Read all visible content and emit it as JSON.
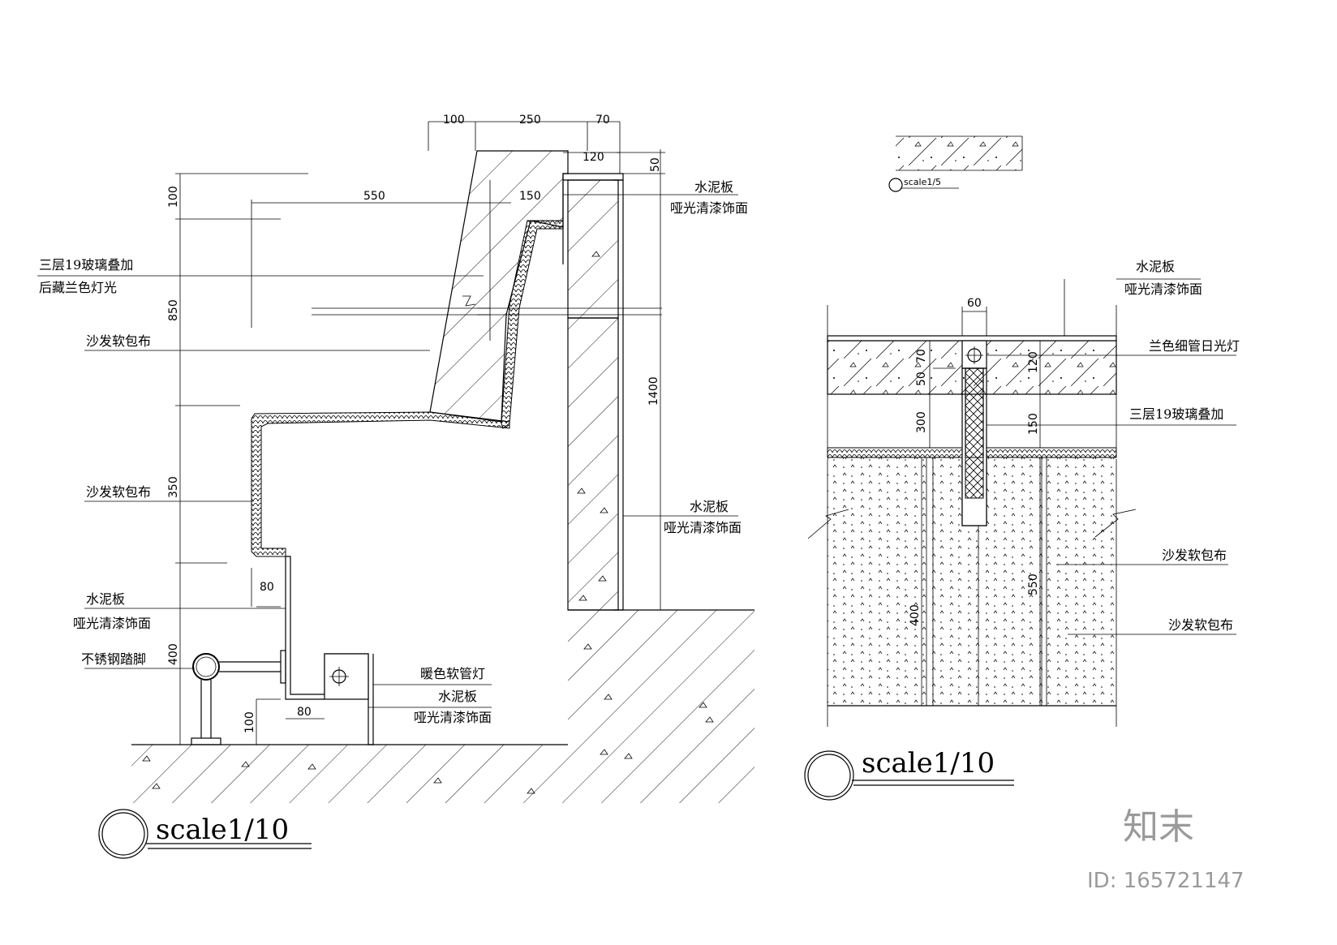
{
  "left_detail": {
    "dims_top": [
      "100",
      "250",
      "70"
    ],
    "dim_120": "120",
    "dim_50": "50",
    "dim_550": "550",
    "dim_150": "150",
    "dims_left": [
      "100",
      "850",
      "350",
      "400",
      "100"
    ],
    "dim_1400": "1400",
    "dim_80_a": "80",
    "dim_80_b": "80",
    "labels": {
      "glass_1": "三层19玻璃叠加",
      "glass_2": "后藏兰色灯光",
      "sofa_1": "沙发软包布",
      "sofa_2": "沙发软包布",
      "cement_left_1": "水泥板",
      "cement_left_2": "哑光清漆饰面",
      "steel": "不锈钢踏脚",
      "cement_top_1": "水泥板",
      "cement_top_2": "哑光清漆饰面",
      "cement_right_1": "水泥板",
      "cement_right_2": "哑光清漆饰面",
      "warm_light": "暖色软管灯",
      "cement_bottom_1": "水泥板",
      "cement_bottom_2": "哑光清漆饰面"
    },
    "scale": "scale1/10"
  },
  "legend": {
    "scale": "scale1/5"
  },
  "right_detail": {
    "dim_60": "60",
    "dim_70": "70",
    "dim_50": "50",
    "dim_120": "120",
    "dim_300": "300",
    "dim_150": "150",
    "dim_550": "550",
    "dim_400": "400",
    "labels": {
      "cement_1": "水泥板",
      "cement_2": "哑光清漆饰面",
      "blue_tube": "兰色细管日光灯",
      "glass": "三层19玻璃叠加",
      "sofa_1": "沙发软包布",
      "sofa_2": "沙发软包布"
    },
    "scale": "scale1/10"
  },
  "watermark": {
    "brand": "知末",
    "id": "ID: 165721147"
  }
}
